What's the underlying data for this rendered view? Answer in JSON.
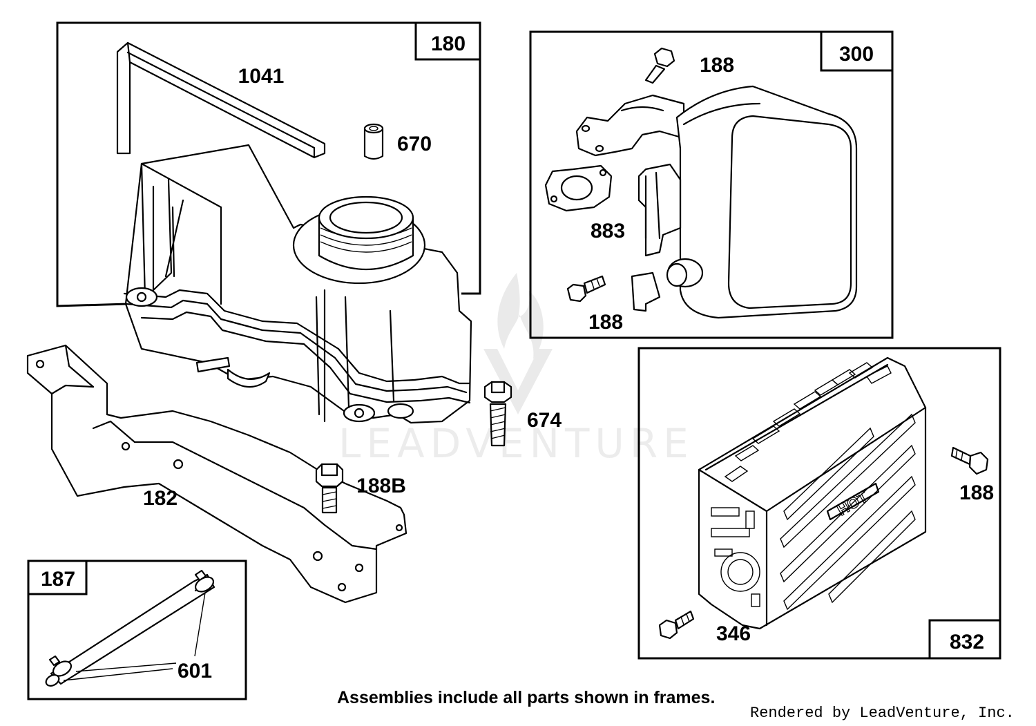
{
  "frames": {
    "f180": "180",
    "f300": "300",
    "f832": "832",
    "f187": "187"
  },
  "parts": {
    "p1041": "1041",
    "p670": "670",
    "p182": "182",
    "p674": "674",
    "p188B": "188B",
    "p188_top": "188",
    "p883": "883",
    "p188_left": "188",
    "p188_right": "188",
    "p346": "346",
    "p601": "601"
  },
  "footer": {
    "note": "Assemblies include all parts shown in frames.",
    "credit": "Rendered by LeadVenture, Inc."
  },
  "watermark": {
    "text": "LEADVENTURE",
    "icon": "flame-logo-icon"
  }
}
